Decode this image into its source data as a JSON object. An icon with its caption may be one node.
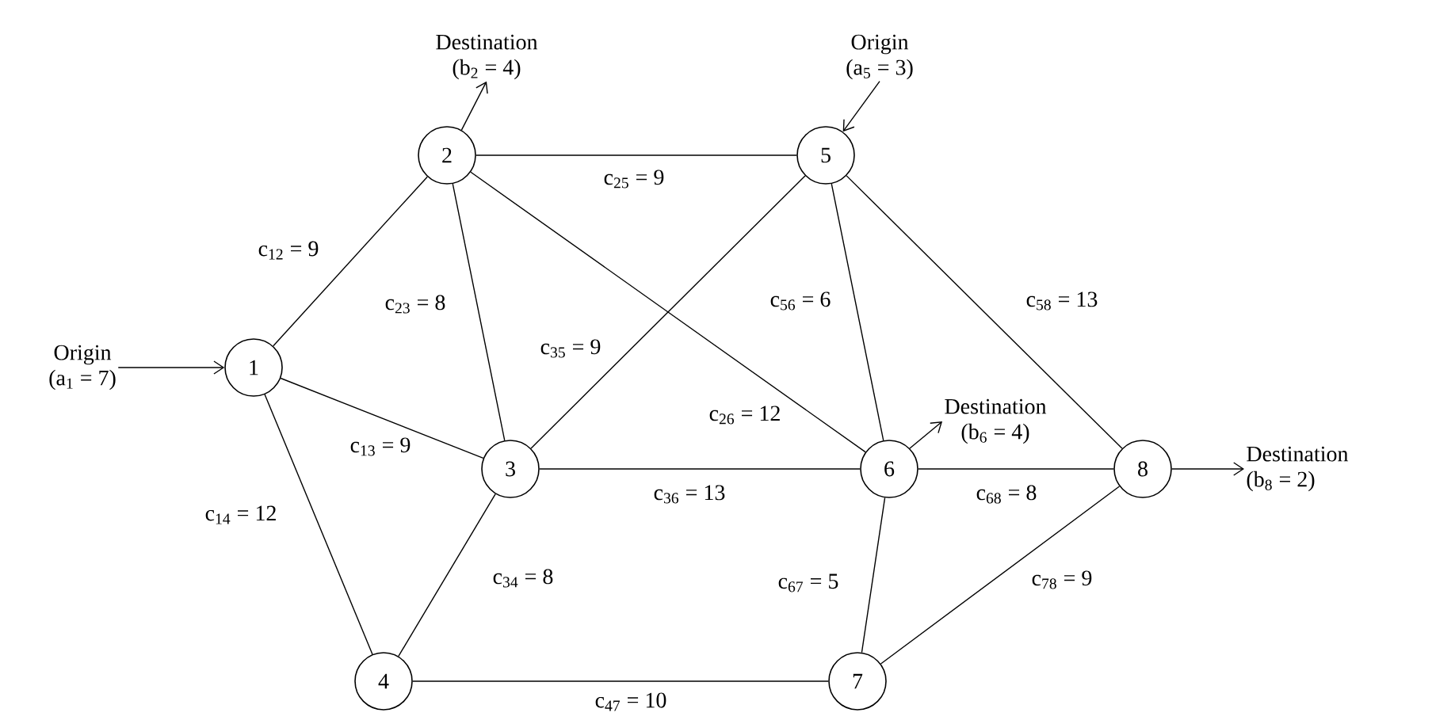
{
  "diagram": {
    "nodes": [
      {
        "text": [
          "1"
        ]
      },
      {
        "text": [
          "2"
        ]
      },
      {
        "text": [
          "3"
        ]
      },
      {
        "text": [
          "4"
        ]
      },
      {
        "text": [
          "5"
        ]
      },
      {
        "text": [
          "6"
        ]
      },
      {
        "text": [
          "7"
        ]
      },
      {
        "text": [
          "8"
        ]
      },
      {
        "text": [
          "Origin",
          "(a$_{1}$ = 7)"
        ]
      },
      {
        "text": [
          "Destination",
          "(b$_{2}$ = 4)"
        ]
      },
      {
        "text": [
          "Origin",
          "(a$_{5}$ = 3)"
        ]
      },
      {
        "text": [
          "Destination",
          "(b$_{6}$ = 4)"
        ]
      },
      {
        "text": [
          "Destination",
          "(b$_{8}$ = 2)"
        ]
      }
    ],
    "edges": [
      {
        "from": 0,
        "to": 1,
        "arrow": "none",
        "label": "c$_{12}$ = 9"
      },
      {
        "from": 0,
        "to": 2,
        "arrow": "none",
        "label": "c$_{13}$ = 9"
      },
      {
        "from": 0,
        "to": 3,
        "arrow": "none",
        "label": "c$_{14}$ = 12"
      },
      {
        "from": 1,
        "to": 2,
        "arrow": "none",
        "label": "c$_{23}$ = 8"
      },
      {
        "from": 1,
        "to": 4,
        "arrow": "none",
        "label": "c$_{25}$ = 9"
      },
      {
        "from": 1,
        "to": 5,
        "arrow": "none",
        "label": "c$_{26}$ = 12"
      },
      {
        "from": 2,
        "to": 3,
        "arrow": "none",
        "label": "c$_{34}$ = 8"
      },
      {
        "from": 2,
        "to": 4,
        "arrow": "none",
        "label": "c$_{35}$ = 9"
      },
      {
        "from": 2,
        "to": 5,
        "arrow": "none",
        "label": "c$_{36}$ = 13"
      },
      {
        "from": 3,
        "to": 6,
        "arrow": "none",
        "label": "c$_{47}$ = 10"
      },
      {
        "from": 4,
        "to": 5,
        "arrow": "none",
        "label": "c$_{56}$ = 6"
      },
      {
        "from": 4,
        "to": 7,
        "arrow": "none",
        "label": "c$_{58}$ = 13"
      },
      {
        "from": 5,
        "to": 6,
        "arrow": "none",
        "label": "c$_{67}$ = 5"
      },
      {
        "from": 5,
        "to": 7,
        "arrow": "none",
        "label": "c$_{68}$ = 8"
      },
      {
        "from": 6,
        "to": 7,
        "arrow": "none",
        "label": "c$_{78}$ = 9"
      },
      {
        "from": 8,
        "to": 0,
        "arrow": "to"
      },
      {
        "from": 1,
        "to": 9,
        "arrow": "to"
      },
      {
        "from": 10,
        "to": 4,
        "arrow": "to"
      },
      {
        "from": 5,
        "to": 11,
        "arrow": "to"
      },
      {
        "from": 7,
        "to": 12,
        "arrow": "to"
      }
    ]
  }
}
